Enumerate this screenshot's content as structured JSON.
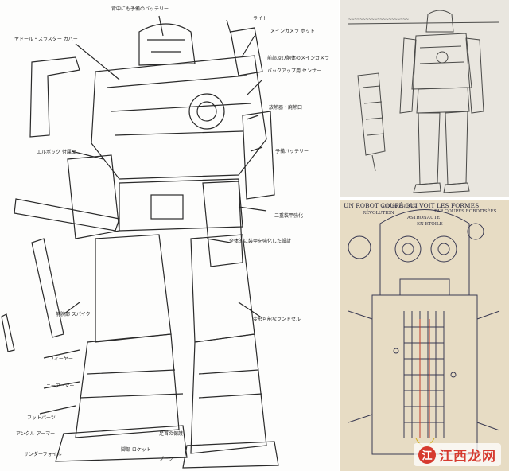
{
  "collage": {
    "panels": [
      {
        "id": "mecha-sketch",
        "description_hidden": true
      },
      {
        "id": "ironman-blueprint"
      },
      {
        "id": "french-robot-drawing"
      }
    ]
  },
  "mecha_sketch": {
    "annotations": {
      "a1": "背中にも予備のバッテリー",
      "a2": "ヤドール・スラスター カバー",
      "a3": "ライト",
      "a4": "メインカメラ ホット",
      "a5": "前部及び胴体のメインカメラ",
      "a6": "バックアップ用 センサー",
      "a7": "放熱器・廃熱口",
      "a8": "予備バッテリー",
      "a9": "エルボック 付属品",
      "a10": "二重装甲強化",
      "a11": "全体的に装甲を強化した設計",
      "a12": "前腕部 スパイク",
      "a13": "フィーヤー",
      "a14": "ニーアーマー",
      "a15": "変形可能なランドセル",
      "a16": "フットパーツ",
      "a17": "アンクル アーマー",
      "a18": "足首の保護",
      "a19": "サンダーフォイル",
      "a20": "脚部 ロケット",
      "a21": "ブーツ"
    }
  },
  "french_robot": {
    "title": "UN ROBOT COUPÉ QUI VOIT LES FORMES",
    "subtitle": "PAR COUPES ROBOTISÉES",
    "label_revolution": "RÉVOLUTION",
    "label_astro": "ASTRONAUTE",
    "label_etoile": "EN ETOILE",
    "label_aux_machines": "AUX MACHINES"
  },
  "watermark": {
    "logo_char": "江",
    "text": "江西龙网"
  },
  "colors": {
    "sketch_ink": "#2a2a2a",
    "blueprint_bg": "#e9e6df",
    "paper_bg": "#e7dcc4",
    "watermark_red": "#d63a2f"
  }
}
